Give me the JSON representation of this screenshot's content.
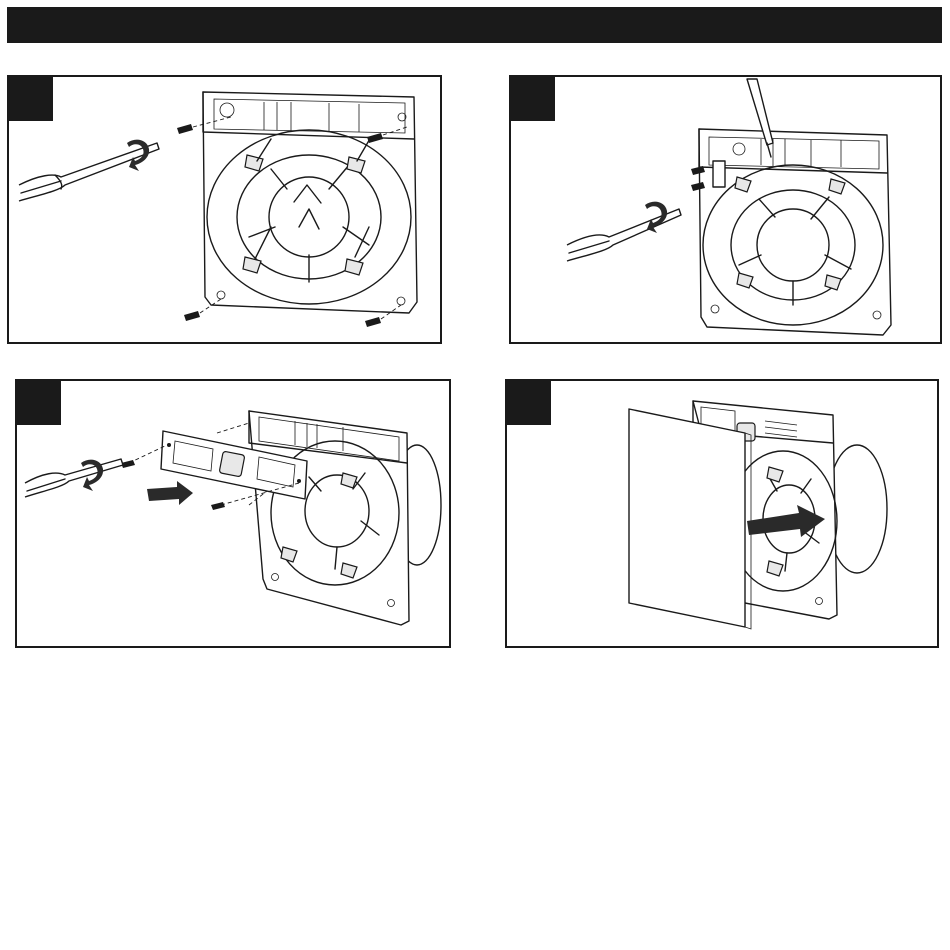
{
  "page": {
    "header_bar_color": "#1a1a1a",
    "line_color": "#1a1a1a"
  },
  "steps": [
    {
      "badge": "",
      "illustration": "screwdriver-removing-four-mounting-screws"
    },
    {
      "badge": "",
      "illustration": "screwdriver-at-terminal-block-wiring"
    },
    {
      "badge": "",
      "illustration": "cover-plate-fitted-with-two-screws"
    },
    {
      "badge": "",
      "illustration": "front-grille-pushed-onto-fan"
    }
  ]
}
